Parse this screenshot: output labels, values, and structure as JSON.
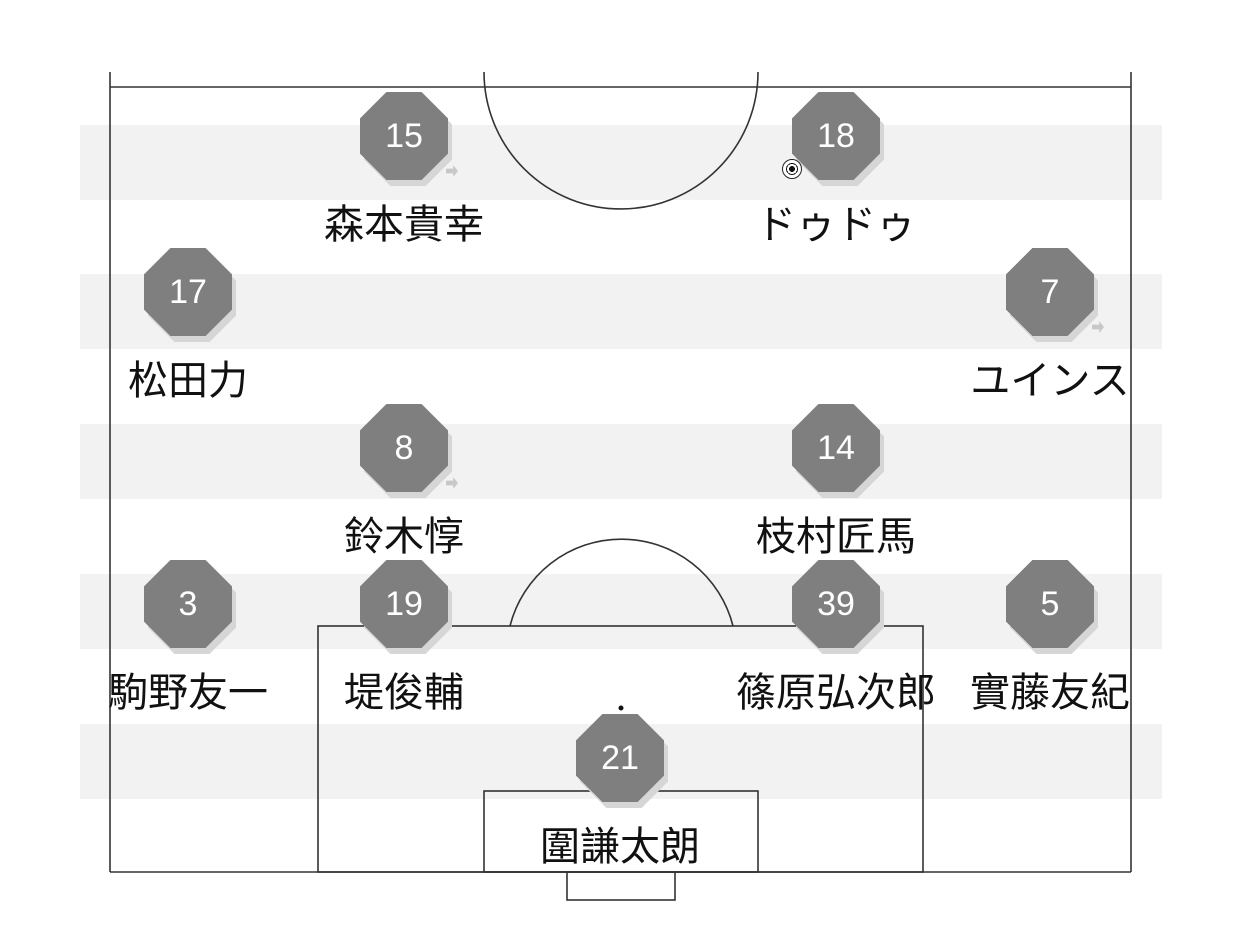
{
  "formation": {
    "players": [
      {
        "number": "15",
        "name": "森本貴幸",
        "marker": true
      },
      {
        "number": "18",
        "name": "ドゥドゥ",
        "ball": true
      },
      {
        "number": "17",
        "name": "松田力"
      },
      {
        "number": "7",
        "name": "ユインス",
        "marker": true
      },
      {
        "number": "8",
        "name": "鈴木惇",
        "marker": true
      },
      {
        "number": "14",
        "name": "枝村匠馬"
      },
      {
        "number": "3",
        "name": "駒野友一"
      },
      {
        "number": "19",
        "name": "堤俊輔"
      },
      {
        "number": "39",
        "name": "篠原弘次郎"
      },
      {
        "number": "5",
        "name": "實藤友紀"
      },
      {
        "number": "21",
        "name": "圍謙太朗"
      }
    ]
  },
  "colors": {
    "token": "#7f7f7f",
    "token_text": "#ffffff",
    "stripe": "#f2f2f2",
    "line": "#333333"
  }
}
